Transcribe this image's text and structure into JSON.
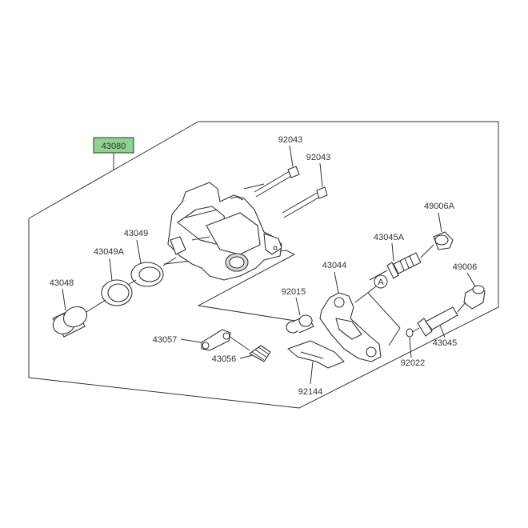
{
  "diagram": {
    "assembly": {
      "label": "43080",
      "highlight_color": "#8fd18f"
    },
    "callout": {
      "label": "A"
    },
    "parts": [
      {
        "id": "p92043a",
        "label": "92043"
      },
      {
        "id": "p92043b",
        "label": "92043"
      },
      {
        "id": "p49006A",
        "label": "49006A"
      },
      {
        "id": "p43049",
        "label": "43049"
      },
      {
        "id": "p43045A",
        "label": "43045A"
      },
      {
        "id": "p43049A",
        "label": "43049A"
      },
      {
        "id": "p43044",
        "label": "43044"
      },
      {
        "id": "p49006",
        "label": "49006"
      },
      {
        "id": "p43048",
        "label": "43048"
      },
      {
        "id": "p92015",
        "label": "92015"
      },
      {
        "id": "p43057",
        "label": "43057"
      },
      {
        "id": "p43045",
        "label": "43045"
      },
      {
        "id": "p43056",
        "label": "43056"
      },
      {
        "id": "p92022",
        "label": "92022"
      },
      {
        "id": "p92144",
        "label": "92144"
      }
    ]
  }
}
